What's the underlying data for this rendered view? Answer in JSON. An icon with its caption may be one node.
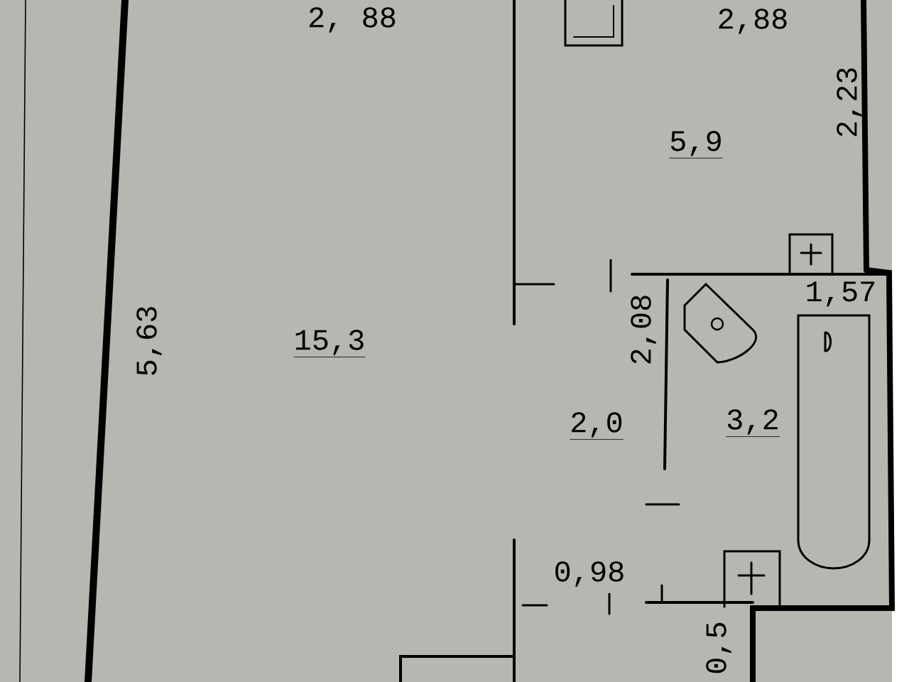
{
  "diagram": {
    "labels": [
      "2, 88",
      "2,88",
      "2,23",
      "5,9",
      "5,63",
      "15,3",
      "1,57",
      "2,08",
      "2,0",
      "3,2",
      "0,98",
      "0,5"
    ]
  }
}
